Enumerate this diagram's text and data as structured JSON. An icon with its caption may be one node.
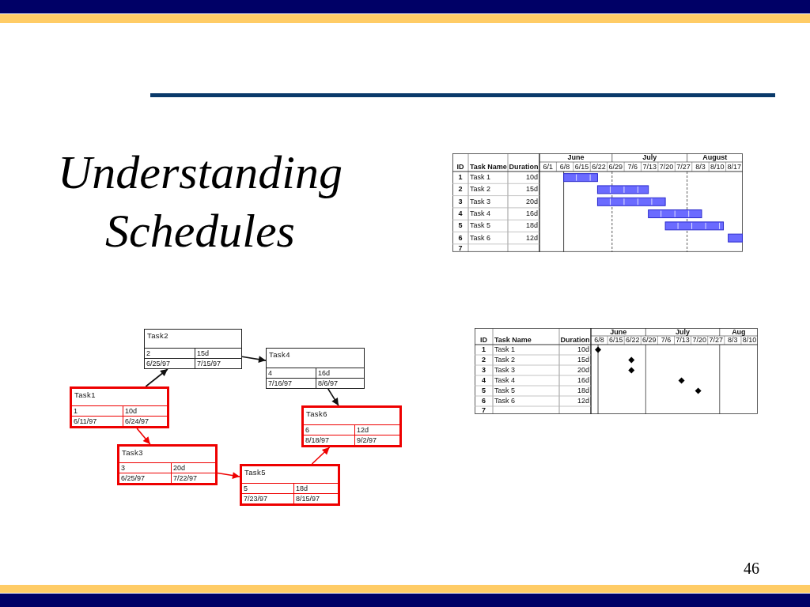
{
  "diagram": {
    "title": "Understanding Schedules",
    "nodes": [
      {
        "text": [
          "Task2",
          "2",
          "15d",
          "6/25/97",
          "7/15/97"
        ]
      },
      {
        "text": [
          "Task4",
          "4",
          "16d",
          "7/16/97",
          "8/6/97"
        ]
      },
      {
        "text": [
          "Task1",
          "1",
          "10d",
          "6/11/97",
          "6/24/97"
        ]
      },
      {
        "text": [
          "Task6",
          "6",
          "12d",
          "8/18/97",
          "9/2/97"
        ]
      },
      {
        "text": [
          "Task3",
          "3",
          "20d",
          "6/25/97",
          "7/22/97"
        ]
      },
      {
        "text": [
          "Task5",
          "5",
          "18d",
          "7/23/97",
          "8/15/97"
        ]
      }
    ],
    "edges": [
      {
        "from": 2,
        "to": 0,
        "arrow": "to"
      },
      {
        "from": 0,
        "to": 1,
        "arrow": "to"
      },
      {
        "from": 1,
        "to": 3,
        "arrow": "to"
      },
      {
        "from": 2,
        "to": 4,
        "arrow": "to",
        "color": "#ee0000"
      },
      {
        "from": 4,
        "to": 5,
        "arrow": "to",
        "color": "#ee0000"
      },
      {
        "from": 5,
        "to": 3,
        "arrow": "to",
        "color": "#ee0000"
      }
    ],
    "labels": [
      "June",
      "July",
      "August",
      "ID",
      "Task Name",
      "Duration",
      "6/1",
      "6/8",
      "6/15",
      "6/22",
      "6/29",
      "7/6",
      "7/13",
      "7/20",
      "7/27",
      "8/3",
      "8/10",
      "8/17",
      "1",
      "Task 1",
      "10d",
      "2",
      "Task 2",
      "15d",
      "3",
      "Task 3",
      "20d",
      "4",
      "Task 4",
      "16d",
      "5",
      "Task 5",
      "18d",
      "6",
      "Task 6",
      "12d",
      "7",
      "June",
      "July",
      "Aug",
      "ID",
      "Task Name",
      "Duration",
      "6/8",
      "6/15",
      "6/22",
      "6/29",
      "7/6",
      "7/13",
      "7/20",
      "7/27",
      "8/3",
      "8/10",
      "1",
      "Task 1",
      "10d",
      "2",
      "Task 2",
      "15d",
      "3",
      "Task 3",
      "20d",
      "4",
      "Task 4",
      "16d",
      "5",
      "Task 5",
      "18d",
      "6",
      "Task 6",
      "12d",
      "7",
      "46"
    ]
  }
}
